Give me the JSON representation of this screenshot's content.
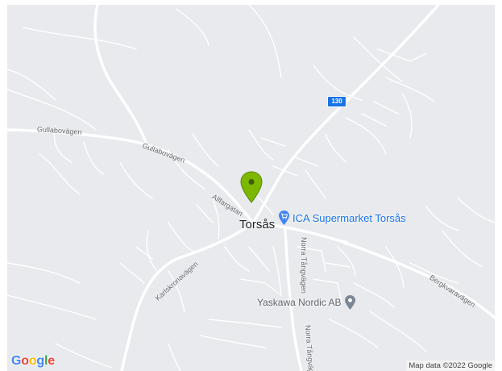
{
  "map": {
    "road_labels": {
      "gullabovagen_1": "Gullabovägen",
      "gullabovagen_2": "Gullabovägen",
      "allfargatan": "Allfargatan",
      "karlskronavagen": "Karlskronavägen",
      "norra_tangvagen_1": "Norra Tångvägen",
      "norra_tangvagen_2": "Norra Tångväg",
      "bergkvaravagen": "Bergkvaravägen"
    },
    "route_shield": "130",
    "town": "Torsås",
    "pois": {
      "ica": {
        "label": "ICA Supermarket Torsås",
        "icon": "shopping-cart-icon",
        "color": "#4285f4"
      },
      "yaskawa": {
        "label": "Yaskawa Nordic AB",
        "icon": "place-pin-icon",
        "color": "#7b8794"
      }
    },
    "marker": {
      "icon": "location-marker-icon",
      "color": "#7cb800"
    }
  },
  "logo": {
    "G": "G",
    "o1": "o",
    "o2": "o",
    "g": "g",
    "l": "l",
    "e": "e"
  },
  "attribution": "Map data ©2022 Google"
}
